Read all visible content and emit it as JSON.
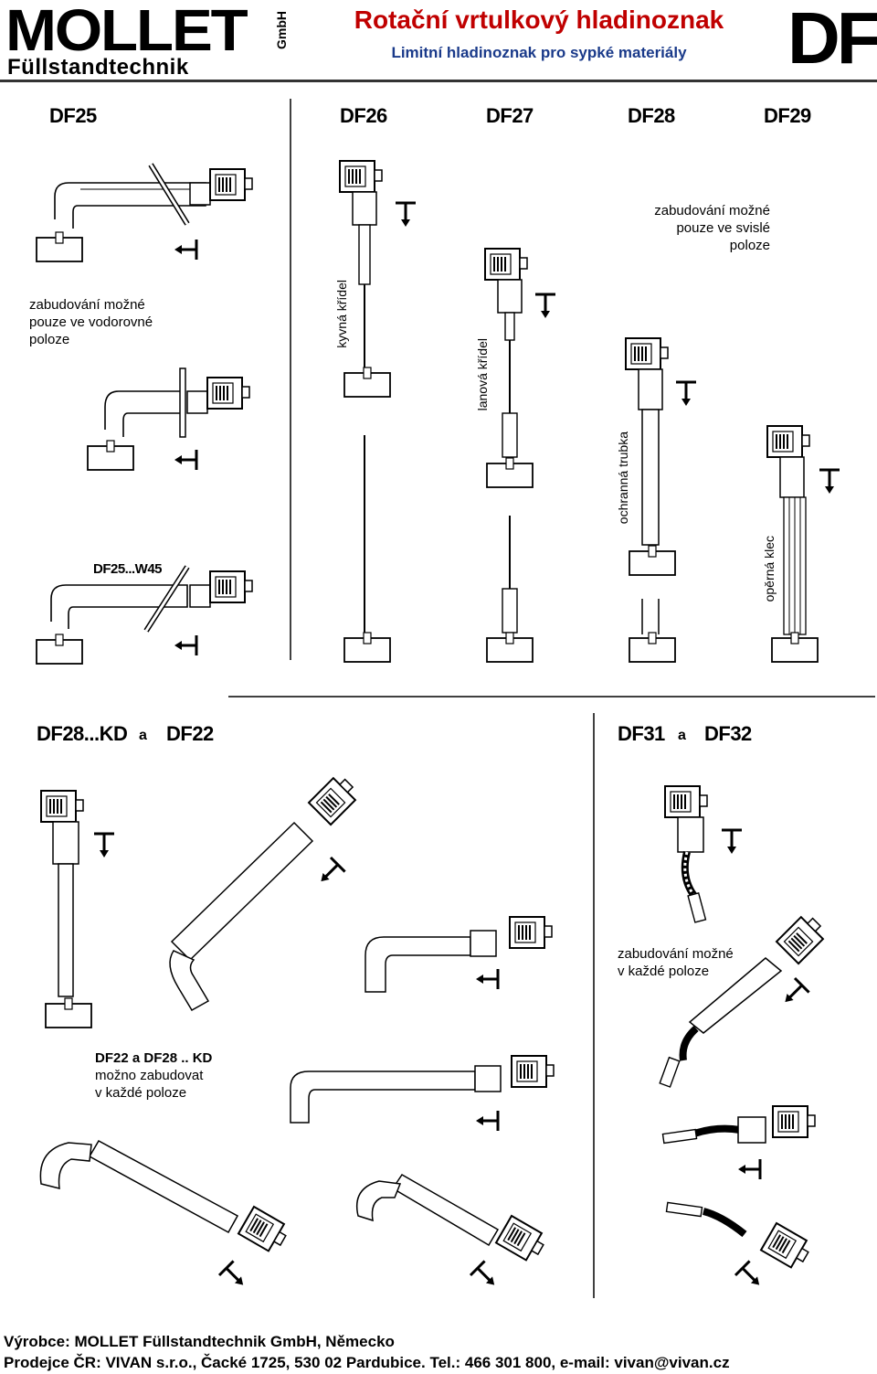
{
  "header": {
    "logo_main": "MOLLET",
    "logo_sub": "Füllstandtechnik",
    "logo_gmbh": "GmbH",
    "title": "Rotační vrtulkový hladinoznak",
    "subtitle": "Limitní hladinoznak pro sypké materiály",
    "df_logo": "DF"
  },
  "top_section": {
    "models": [
      "DF25",
      "DF26",
      "DF27",
      "DF28",
      "DF29"
    ],
    "variant": "DF25...W45",
    "note_vertical": "zabudování možné\npouze ve svislé\npoloze",
    "note_horizontal": "zabudování možné\npouze ve vodorovné\npoloze",
    "labels": {
      "kyvna": "kyvná křídel",
      "lanova": "lanová křídel",
      "ochranna": "ochranná trubka",
      "operna": "opěrná klec"
    }
  },
  "bottom_section": {
    "left_title_a": "DF28...KD",
    "left_conj": "a",
    "left_title_b": "DF22",
    "right_title_a": "DF31",
    "right_conj": "a",
    "right_title_b": "DF32",
    "note_any_right": "zabudování možné\nv každé poloze",
    "note_any_left_line1": "DF22 a DF28 .. KD",
    "note_any_left_line2": "možno zabudovat",
    "note_any_left_line3": "v každé poloze"
  },
  "footer": {
    "line1": "Výrobce: MOLLET Füllstandtechnik GmbH, Německo",
    "line2": "Prodejce ČR: VIVAN s.r.o., Čacké 1725, 530 02 Pardubice. Tel.: 466 301 800, e-mail: vivan@vivan.cz"
  }
}
